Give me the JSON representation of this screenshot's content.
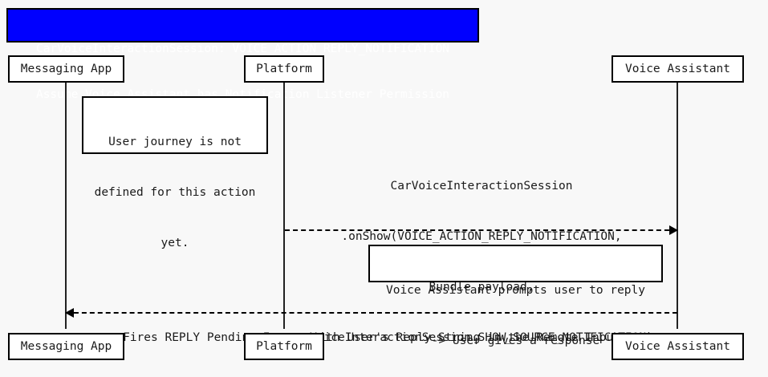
{
  "diagram": {
    "title_lines": [
      "CarVoiceInteractionSession: VOICE_ACTION_REPLY_NOTIFICATION",
      "Assume Voice Assistant has Notification Listener Permission"
    ],
    "colors": {
      "title_background": "#0000FF",
      "title_text": "#FFFFFF",
      "line": "#000000",
      "canvas": "#F8F8F8",
      "box_background": "#FFFFFF"
    },
    "participants": [
      {
        "id": "messaging-app",
        "label": "Messaging App"
      },
      {
        "id": "platform",
        "label": "Platform"
      },
      {
        "id": "voice-assistant",
        "label": "Voice Assistant"
      }
    ],
    "notes": [
      {
        "id": "user-journey-note",
        "lines": [
          "User journey is not",
          "defined for this action",
          "yet."
        ]
      },
      {
        "id": "voice-assistant-prompt-note",
        "lines": [
          "Voice Assistant prompts user to reply",
          "-> User gives a response"
        ]
      }
    ],
    "messages": [
      {
        "id": "on-show-message",
        "from": "platform",
        "to": "voice-assistant",
        "style": "dashed",
        "direction": "right",
        "lines": [
          "CarVoiceInteractionSession",
          ".onShow(VOICE_ACTION_REPLY_NOTIFICATION,",
          "Bundle payload,",
          "VoiceInteractionSession.SHOW_SOURCE_NOTIFICATION)"
        ]
      },
      {
        "id": "reply-pending-intent-message",
        "from": "voice-assistant",
        "to": "messaging-app",
        "style": "dashed",
        "direction": "left",
        "lines": [
          "Fires REPLY Pending Intent with User's Reply String in the Remote Input"
        ]
      }
    ]
  }
}
